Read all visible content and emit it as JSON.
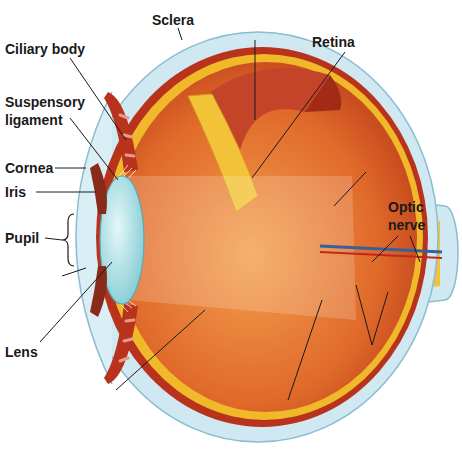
{
  "diagram": {
    "labels": [
      "Sclera",
      "Retina",
      "Ciliary body",
      "Suspensory ligament",
      "Cornea",
      "Iris",
      "Pupil",
      "Optic nerve",
      "Lens"
    ]
  }
}
